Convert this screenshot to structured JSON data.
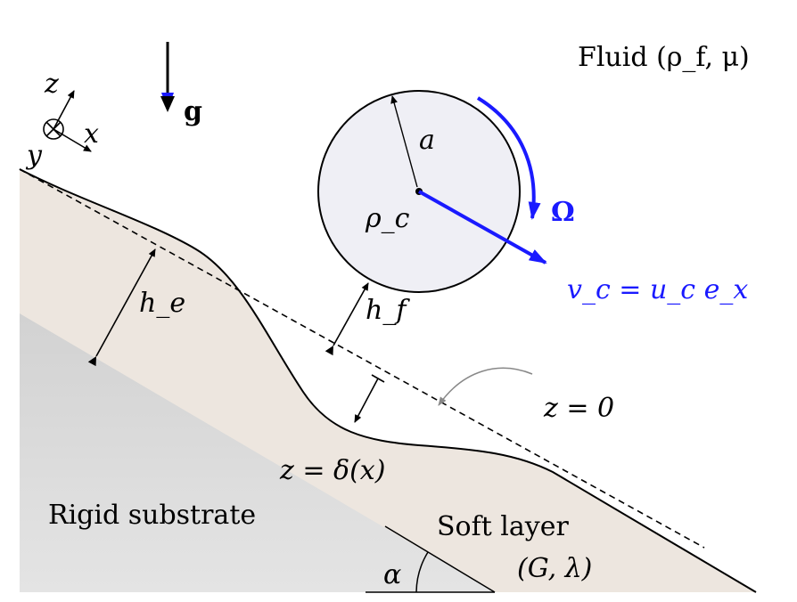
{
  "labels": {
    "fluid": "Fluid (ρ_f, μ)",
    "gravity": "g",
    "axis_z": "z",
    "axis_x": "x",
    "axis_y": "y",
    "radius": "a",
    "density_c": "ρ_c",
    "rotation": "Ω",
    "velocity": "v_c = u_c e_x",
    "h_e": "h_e",
    "h_f": "h_f",
    "z_zero": "z = 0",
    "z_delta": "z = δ(x)",
    "rigid": "Rigid substrate",
    "soft": "Soft layer",
    "soft_params": "(G, λ)",
    "angle": "α"
  },
  "colors": {
    "soft_layer": "#ede6df",
    "rigid": "#dcdcdc",
    "sphere": "#efeff5",
    "accent": "#1a1aff"
  }
}
